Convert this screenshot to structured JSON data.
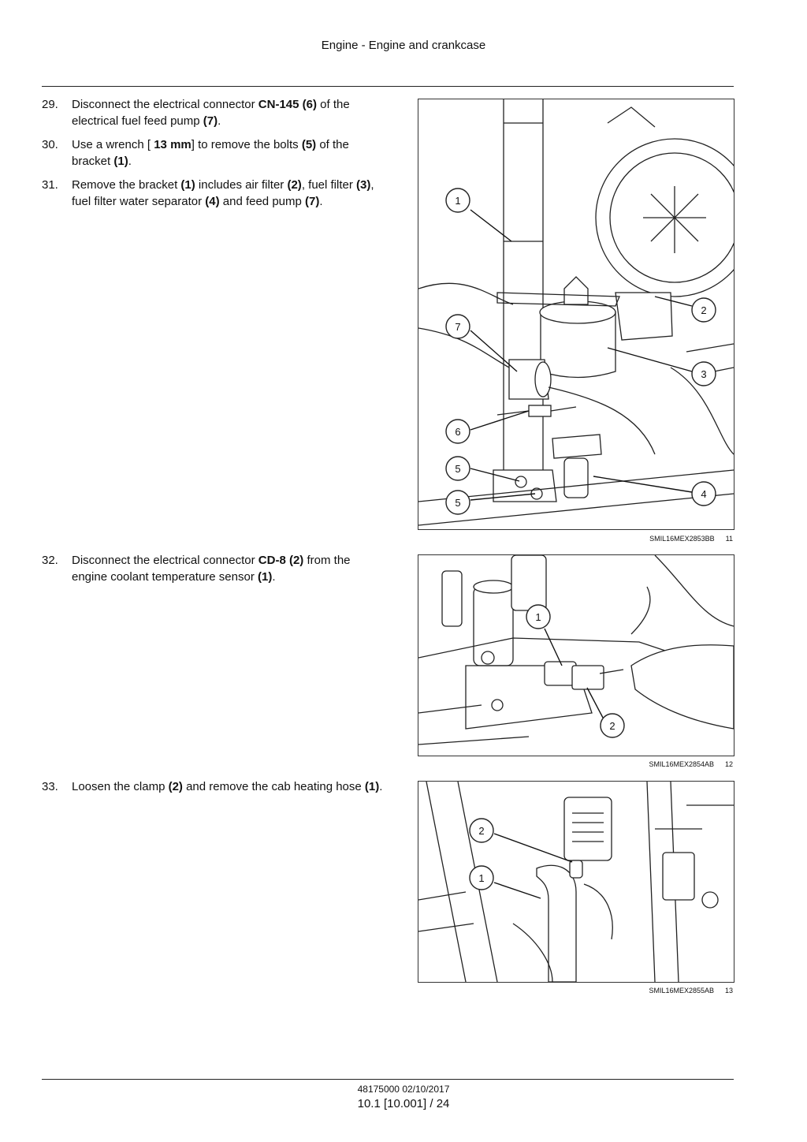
{
  "header": {
    "title": "Engine - Engine and crankcase"
  },
  "steps": {
    "s29": {
      "num": "29.",
      "a": "Disconnect the electrical connector ",
      "b": "CN-145 (6)",
      "c": " of the electrical fuel feed pump ",
      "d": "(7)",
      "e": "."
    },
    "s30": {
      "num": "30.",
      "a": "Use a wrench [ ",
      "b": "13 mm",
      "c": "] to remove the bolts ",
      "d": "(5)",
      "e": " of the bracket ",
      "f": "(1)",
      "g": "."
    },
    "s31": {
      "num": "31.",
      "a": "Remove the bracket ",
      "b": "(1)",
      "c": " includes air filter ",
      "d": "(2)",
      "e": ", fuel filter ",
      "f": "(3)",
      "g": ", fuel filter water separator ",
      "h": "(4)",
      "i": " and feed pump ",
      "j": "(7)",
      "k": "."
    },
    "s32": {
      "num": "32.",
      "a": "Disconnect the electrical connector ",
      "b": "CD-8 (2)",
      "c": " from the engine coolant temperature sensor ",
      "d": "(1)",
      "e": "."
    },
    "s33": {
      "num": "33.",
      "a": "Loosen the clamp ",
      "b": "(2)",
      "c": " and remove the cab heating hose ",
      "d": "(1)",
      "e": "."
    }
  },
  "figures": {
    "fig11": {
      "code": "SMIL16MEX2853BB",
      "num": "11",
      "callouts": [
        "1",
        "2",
        "3",
        "4",
        "5",
        "5",
        "6",
        "7"
      ]
    },
    "fig12": {
      "code": "SMIL16MEX2854AB",
      "num": "12",
      "callouts": [
        "1",
        "2"
      ]
    },
    "fig13": {
      "code": "SMIL16MEX2855AB",
      "num": "13",
      "callouts": [
        "2",
        "1"
      ]
    }
  },
  "footer": {
    "doc": "48175000 02/10/2017",
    "page": "10.1 [10.001] / 24"
  }
}
